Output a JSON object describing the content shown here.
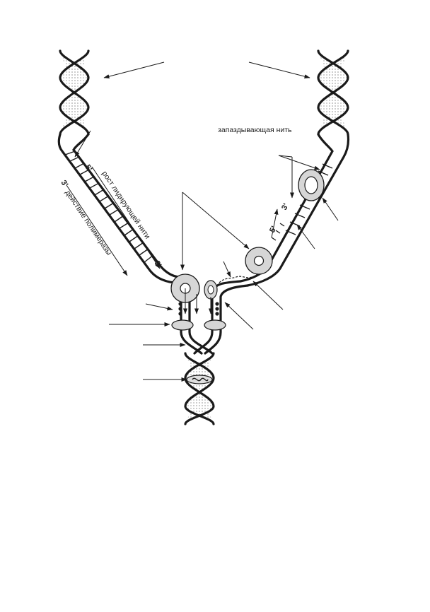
{
  "labels": {
    "lagging_strand": "запаздывающая нить",
    "leading_growth": "рост лидирующей нити",
    "polymerase_action": "действие полимеразы",
    "five_prime": "5'",
    "three_prime": "3'"
  }
}
